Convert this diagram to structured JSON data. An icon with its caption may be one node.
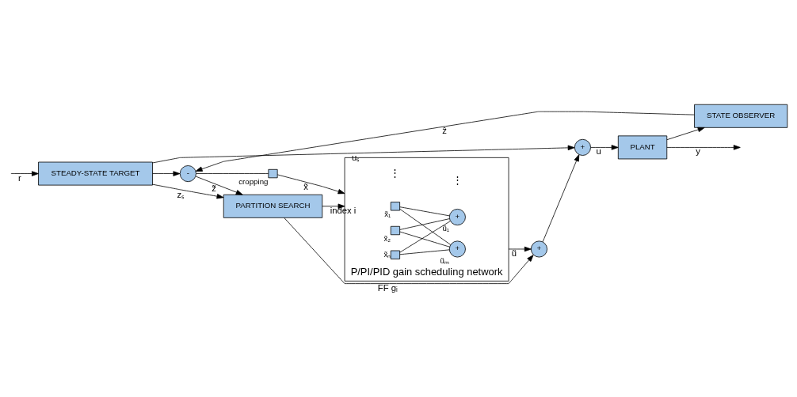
{
  "diagram": {
    "nodes": [
      {
        "text": [
          "STEADY-STATE TARGET"
        ]
      },
      {
        "text": [
          "-"
        ]
      },
      {
        "text": [],
        "shape": "box",
        "beside": [
          "cropping"
        ]
      },
      {
        "text": [
          "PARTITION SEARCH"
        ]
      },
      {
        "text": [
          "P/PI/PID gain scheduling network"
        ]
      },
      {
        "text": [],
        "shape": "box",
        "in": 4,
        "beside": [
          "x̃₁"
        ]
      },
      {
        "text": [],
        "shape": "box",
        "in": 4,
        "beside": [
          "x̃₂"
        ]
      },
      {
        "text": [],
        "shape": "box",
        "in": 4,
        "beside": [
          "x̃ₙ"
        ]
      },
      {
        "text": [
          "+"
        ],
        "in": 4,
        "beside": [
          "ũ₁"
        ]
      },
      {
        "text": [
          "+"
        ],
        "in": 4,
        "beside": [
          "ũₘ"
        ]
      },
      {
        "text": [
          "+"
        ]
      },
      {
        "text": [
          "+"
        ]
      },
      {
        "text": [
          "PLANT"
        ]
      },
      {
        "text": [
          "STATE OBSERVER"
        ]
      }
    ],
    "edges": [
      {
        "from": null,
        "to": 0,
        "arrow": "to",
        "label": "r"
      },
      {
        "from": 0,
        "to": 1,
        "arrow": "to"
      },
      {
        "from": 0,
        "to": 3,
        "arrow": "to",
        "label": "zₛ"
      },
      {
        "from": 0,
        "to": 11,
        "arrow": "to",
        "label": "uₛ"
      },
      {
        "from": 1,
        "to": 3,
        "arrow": "to",
        "label": "z̃"
      },
      {
        "from": 1,
        "to": 2,
        "arrow": "none"
      },
      {
        "from": 2,
        "to": 4,
        "arrow": "to",
        "label": "x̃"
      },
      {
        "from": 3,
        "to": 4,
        "arrow": "to",
        "label": "index i"
      },
      {
        "from": 3,
        "to": 10,
        "arrow": "to",
        "label": "FF gᵢ"
      },
      {
        "from": 5,
        "to": 8,
        "arrow": "none"
      },
      {
        "from": 5,
        "to": 9,
        "arrow": "none"
      },
      {
        "from": 6,
        "to": 8,
        "arrow": "none"
      },
      {
        "from": 6,
        "to": 9,
        "arrow": "none"
      },
      {
        "from": 7,
        "to": 8,
        "arrow": "none"
      },
      {
        "from": 7,
        "to": 9,
        "arrow": "none"
      },
      {
        "from": 4,
        "to": 10,
        "arrow": "to",
        "label": "ũ"
      },
      {
        "from": 10,
        "to": 11,
        "arrow": "to"
      },
      {
        "from": 11,
        "to": 12,
        "arrow": "to",
        "label": "u"
      },
      {
        "from": 12,
        "to": null,
        "arrow": "to",
        "label": "y"
      },
      {
        "from": 12,
        "to": 13,
        "arrow": "to"
      },
      {
        "from": 13,
        "to": 1,
        "arrow": "to",
        "label": "ẑ"
      }
    ],
    "labels": [
      "⋮",
      "⋮"
    ]
  }
}
